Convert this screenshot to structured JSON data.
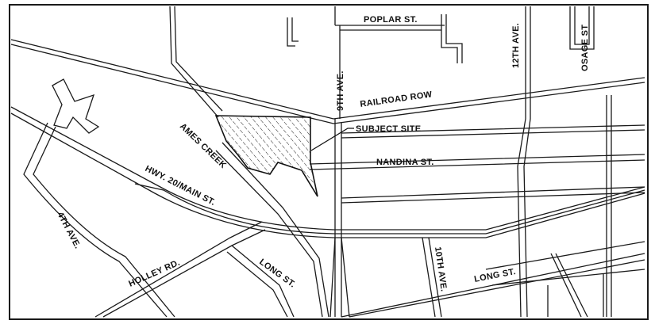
{
  "map": {
    "colors": {
      "line": "#1a1a1a",
      "background": "#ffffff",
      "hatch": "#222222"
    },
    "labels": {
      "poplar": "POPLAR ST.",
      "twelfth": "12TH AVE.",
      "osage": "OSAGE ST",
      "ninth": "9TH AVE.",
      "railroad": "RAILROAD ROW",
      "subject": "SUBJECT SITE",
      "ames": "AMES CREEK",
      "nandina": "NANDINA ST.",
      "hwy": "HWY. 20/MAIN ST.",
      "fourth": "4TH AVE.",
      "holley": "HOLLEY RD.",
      "long1": "LONG ST.",
      "tenth": "10TH AVE.",
      "long2": "LONG ST."
    }
  }
}
